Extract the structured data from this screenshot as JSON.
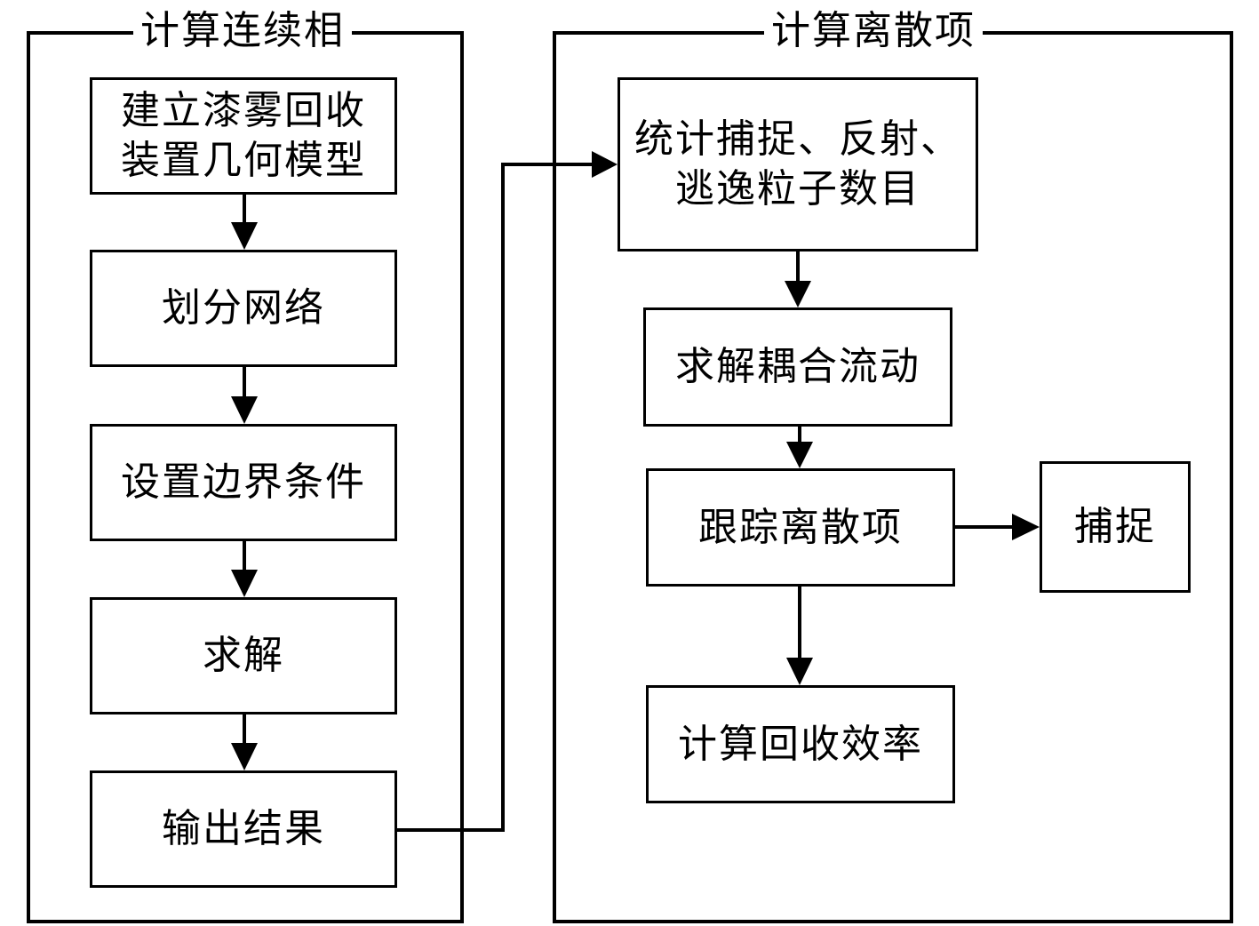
{
  "continuous_group": {
    "title": "计算连续相",
    "steps": [
      [
        "建立漆雾回收",
        "装置几何模型"
      ],
      [
        "划分网络"
      ],
      [
        "设置边界条件"
      ],
      [
        "求解"
      ],
      [
        "输出结果"
      ]
    ]
  },
  "discrete_group": {
    "title": "计算离散项",
    "steps": [
      [
        "统计捕捉、反射、",
        "逃逸粒子数目"
      ],
      [
        "求解耦合流动"
      ],
      [
        "跟踪离散项"
      ],
      [
        "计算回收效率"
      ]
    ],
    "side_box": "捕捉"
  },
  "colors": {
    "line": "#000000",
    "background": "#ffffff"
  }
}
